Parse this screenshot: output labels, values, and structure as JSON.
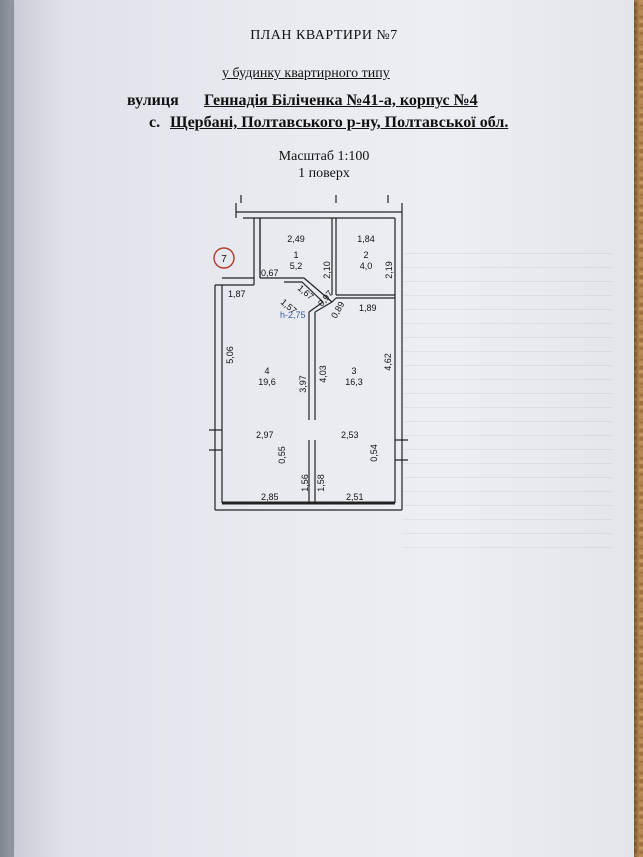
{
  "header": {
    "title": "ПЛАН  КВАРТИРИ  №7",
    "subtitle": "у будинку квартирного типу",
    "street_label": "вулиця",
    "street_value": "          Геннадія Біліченка №41-а, корпус №4",
    "village_label": "с.",
    "village_value": "Щербані, Полтавського р-ну, Полтавської обл.",
    "scale": "Масштаб 1:100",
    "floor": "1 поверх"
  },
  "plan": {
    "apartment_marker": "7",
    "height_label": "h-2,75",
    "rooms": [
      {
        "number": "1",
        "area": "5,2"
      },
      {
        "number": "2",
        "area": "4,0"
      },
      {
        "number": "3",
        "area": "16,3"
      },
      {
        "number": "4",
        "area": "19,6"
      }
    ],
    "dimensions": {
      "d_2_49": "2,49",
      "d_1_84": "1,84",
      "d_2_10": "2,10",
      "d_2_19": "2,19",
      "d_0_67": "0,67",
      "d_1_87": "1,87",
      "d_1_67": "1,67",
      "d_1_57": "1,57",
      "d_0_97": "0,97",
      "d_0_89": "0,89",
      "d_1_89": "1,89",
      "d_5_06": "5,06",
      "d_4_03": "4,03",
      "d_3_97": "3,97",
      "d_4_62": "4,62",
      "d_2_97": "2,97",
      "d_0_55": "0,55",
      "d_2_53": "2,53",
      "d_0_54": "0,54",
      "d_1_56": "1,56",
      "d_1_58": "1,58",
      "d_2_85": "2,85",
      "d_2_51": "2,51"
    }
  }
}
